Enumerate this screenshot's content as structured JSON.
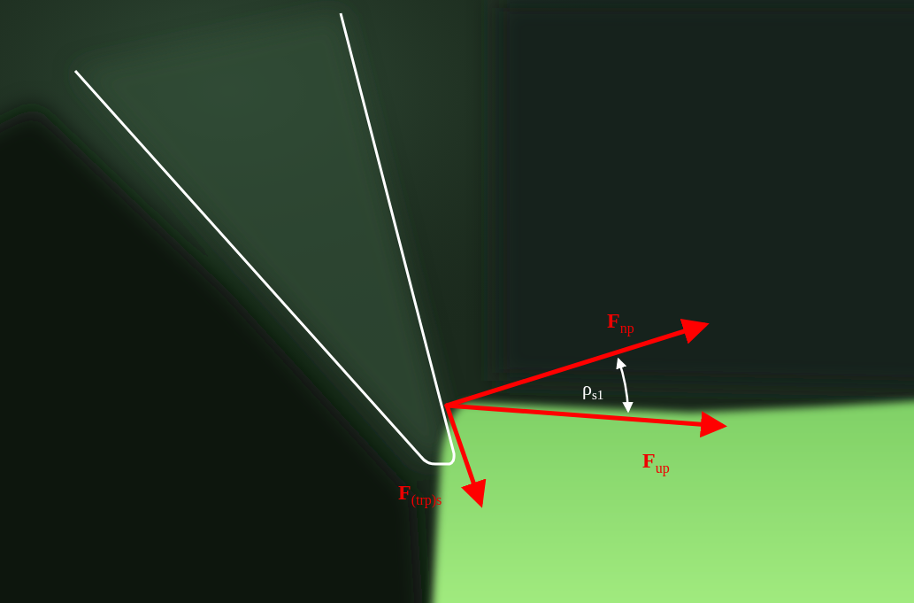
{
  "diagram": {
    "labels": [
      "F",
      "np",
      "ρ",
      "s1",
      "F",
      "up",
      "F",
      "(trp)s"
    ]
  }
}
